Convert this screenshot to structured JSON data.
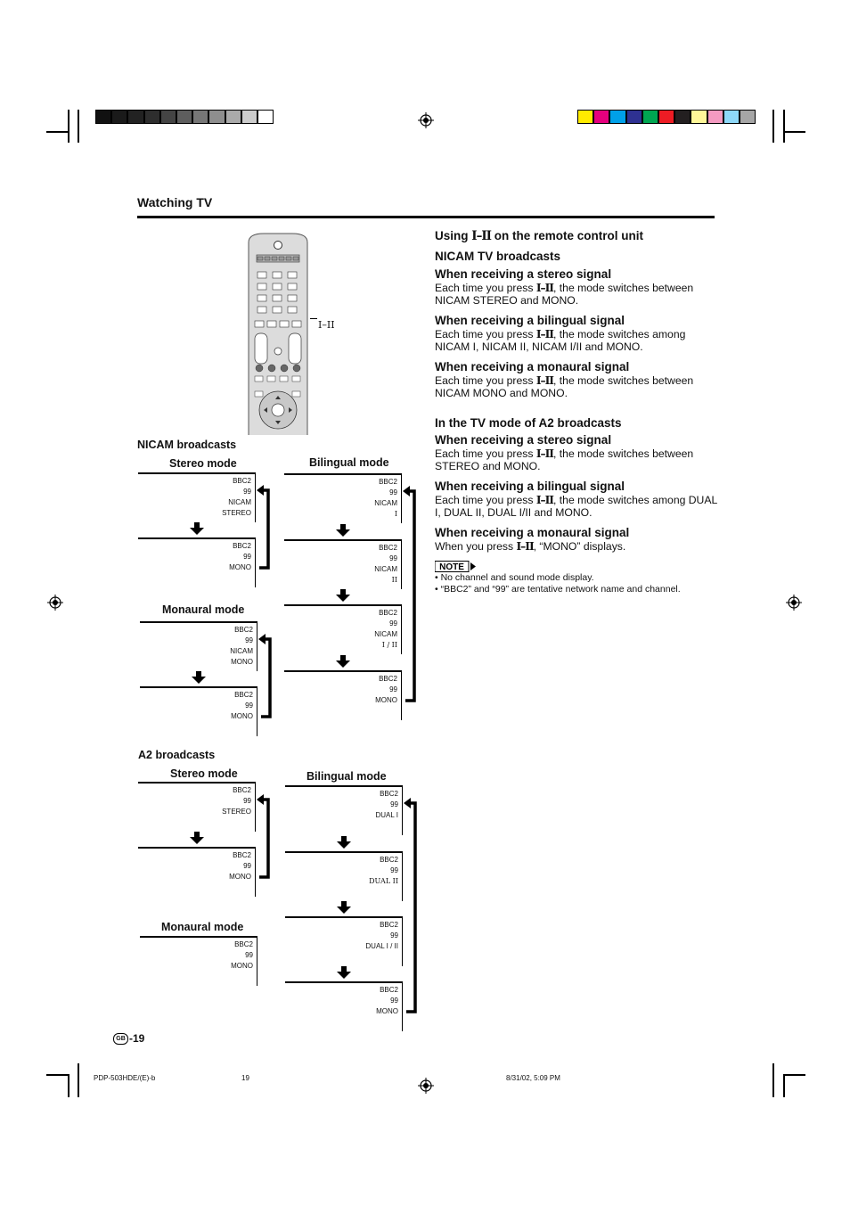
{
  "header": {
    "section_title": "Watching TV"
  },
  "print_marks": {
    "gray_swatches": [
      "#111111",
      "#1a1a1a",
      "#222222",
      "#2e2e2e",
      "#444444",
      "#5e5e5e",
      "#777777",
      "#8e8e8e",
      "#aaaaaa",
      "#cccccc",
      "#ffffff"
    ],
    "color_swatches": [
      "#ffeb00",
      "#e6007e",
      "#00a0e9",
      "#2e3192",
      "#00a651",
      "#ed1c24",
      "#231f20",
      "#fff799",
      "#f49ac1",
      "#8ed8f8",
      "#a6a6a6"
    ]
  },
  "remote": {
    "button_label": "I–II"
  },
  "right_column": {
    "title": {
      "pre": "Using ",
      "sym": "I–II",
      "post": " on the remote control unit"
    },
    "nicam_heading": "NICAM TV broadcasts",
    "nicam": [
      {
        "heading": "When receiving a stereo signal",
        "pre": "Each time you press ",
        "sym": "I–II",
        "post": ", the mode switches between NICAM STEREO and MONO."
      },
      {
        "heading": "When receiving a bilingual signal",
        "pre": "Each time you press ",
        "sym": "I–II",
        "post": ", the mode switches among NICAM I, NICAM II, NICAM I/II and MONO."
      },
      {
        "heading": "When receiving a monaural signal",
        "pre": "Each time you press ",
        "sym": "I–II",
        "post": ", the mode switches between NICAM MONO and MONO."
      }
    ],
    "a2_heading": "In the TV mode of A2 broadcasts",
    "a2": [
      {
        "heading": "When receiving a stereo signal",
        "pre": "Each time you press ",
        "sym": "I–II",
        "post": ", the mode switches between STEREO and MONO."
      },
      {
        "heading": "When receiving a bilingual signal",
        "pre": "Each time you press ",
        "sym": "I–II",
        "post": ", the mode switches among DUAL I, DUAL II, DUAL I/II and MONO."
      },
      {
        "heading": "When receiving a monaural signal",
        "pre": "When you press ",
        "sym": "I–II",
        "post": ", “MONO” displays."
      }
    ],
    "note_label": "NOTE",
    "notes": [
      "• No channel and sound mode display.",
      "• “BBC2” and “99” are tentative network name and channel."
    ]
  },
  "diagrams": {
    "nicam_title": "NICAM broadcasts",
    "nicam_stereo_title": "Stereo mode",
    "nicam_bilingual_title": "Bilingual mode",
    "nicam_monaural_title": "Monaural mode",
    "nicam_stereo": [
      [
        "BBC2",
        "99",
        "NICAM",
        "STEREO"
      ],
      [
        "BBC2",
        "99",
        "MONO"
      ]
    ],
    "nicam_bilingual": [
      [
        "BBC2",
        "99",
        "NICAM",
        "I"
      ],
      [
        "BBC2",
        "99",
        "NICAM",
        "II"
      ],
      [
        "BBC2",
        "99",
        "NICAM",
        "I / II"
      ],
      [
        "BBC2",
        "99",
        "MONO"
      ]
    ],
    "nicam_monaural": [
      [
        "BBC2",
        "99",
        "NICAM",
        "MONO"
      ],
      [
        "BBC2",
        "99",
        "MONO"
      ]
    ],
    "a2_title": "A2 broadcasts",
    "a2_stereo_title": "Stereo mode",
    "a2_bilingual_title": "Bilingual mode",
    "a2_monaural_title": "Monaural mode",
    "a2_stereo": [
      [
        "BBC2",
        "99",
        "STEREO"
      ],
      [
        "BBC2",
        "99",
        "MONO"
      ]
    ],
    "a2_bilingual": [
      [
        "BBC2",
        "99",
        "DUAL I"
      ],
      [
        "BBC2",
        "99",
        "DUAL II"
      ],
      [
        "BBC2",
        "99",
        "DUAL I / II"
      ],
      [
        "BBC2",
        "99",
        "MONO"
      ]
    ],
    "a2_monaural": [
      [
        "BBC2",
        "99",
        "MONO"
      ]
    ]
  },
  "page_footer": {
    "badge": "GB",
    "page": "-19",
    "doc_id": "PDP-503HDE/(E)-b",
    "sheet": "19",
    "timestamp": "8/31/02, 5:09 PM"
  }
}
